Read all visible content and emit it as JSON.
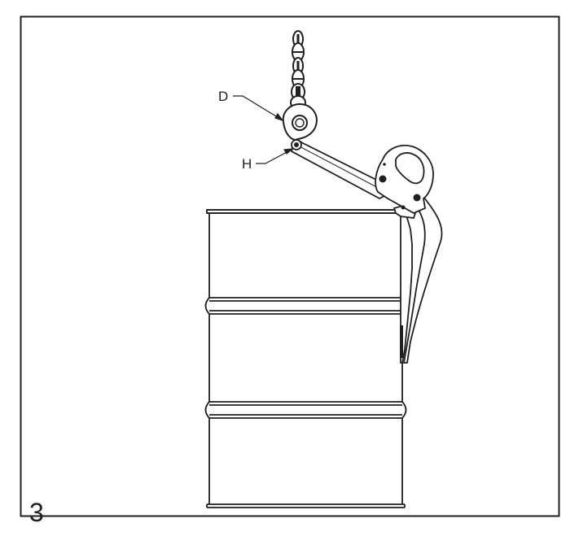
{
  "figure": {
    "number": "3",
    "labels": {
      "d": "D",
      "h": "H"
    }
  },
  "colors": {
    "ink": "#231f20",
    "paper": "#ffffff"
  }
}
